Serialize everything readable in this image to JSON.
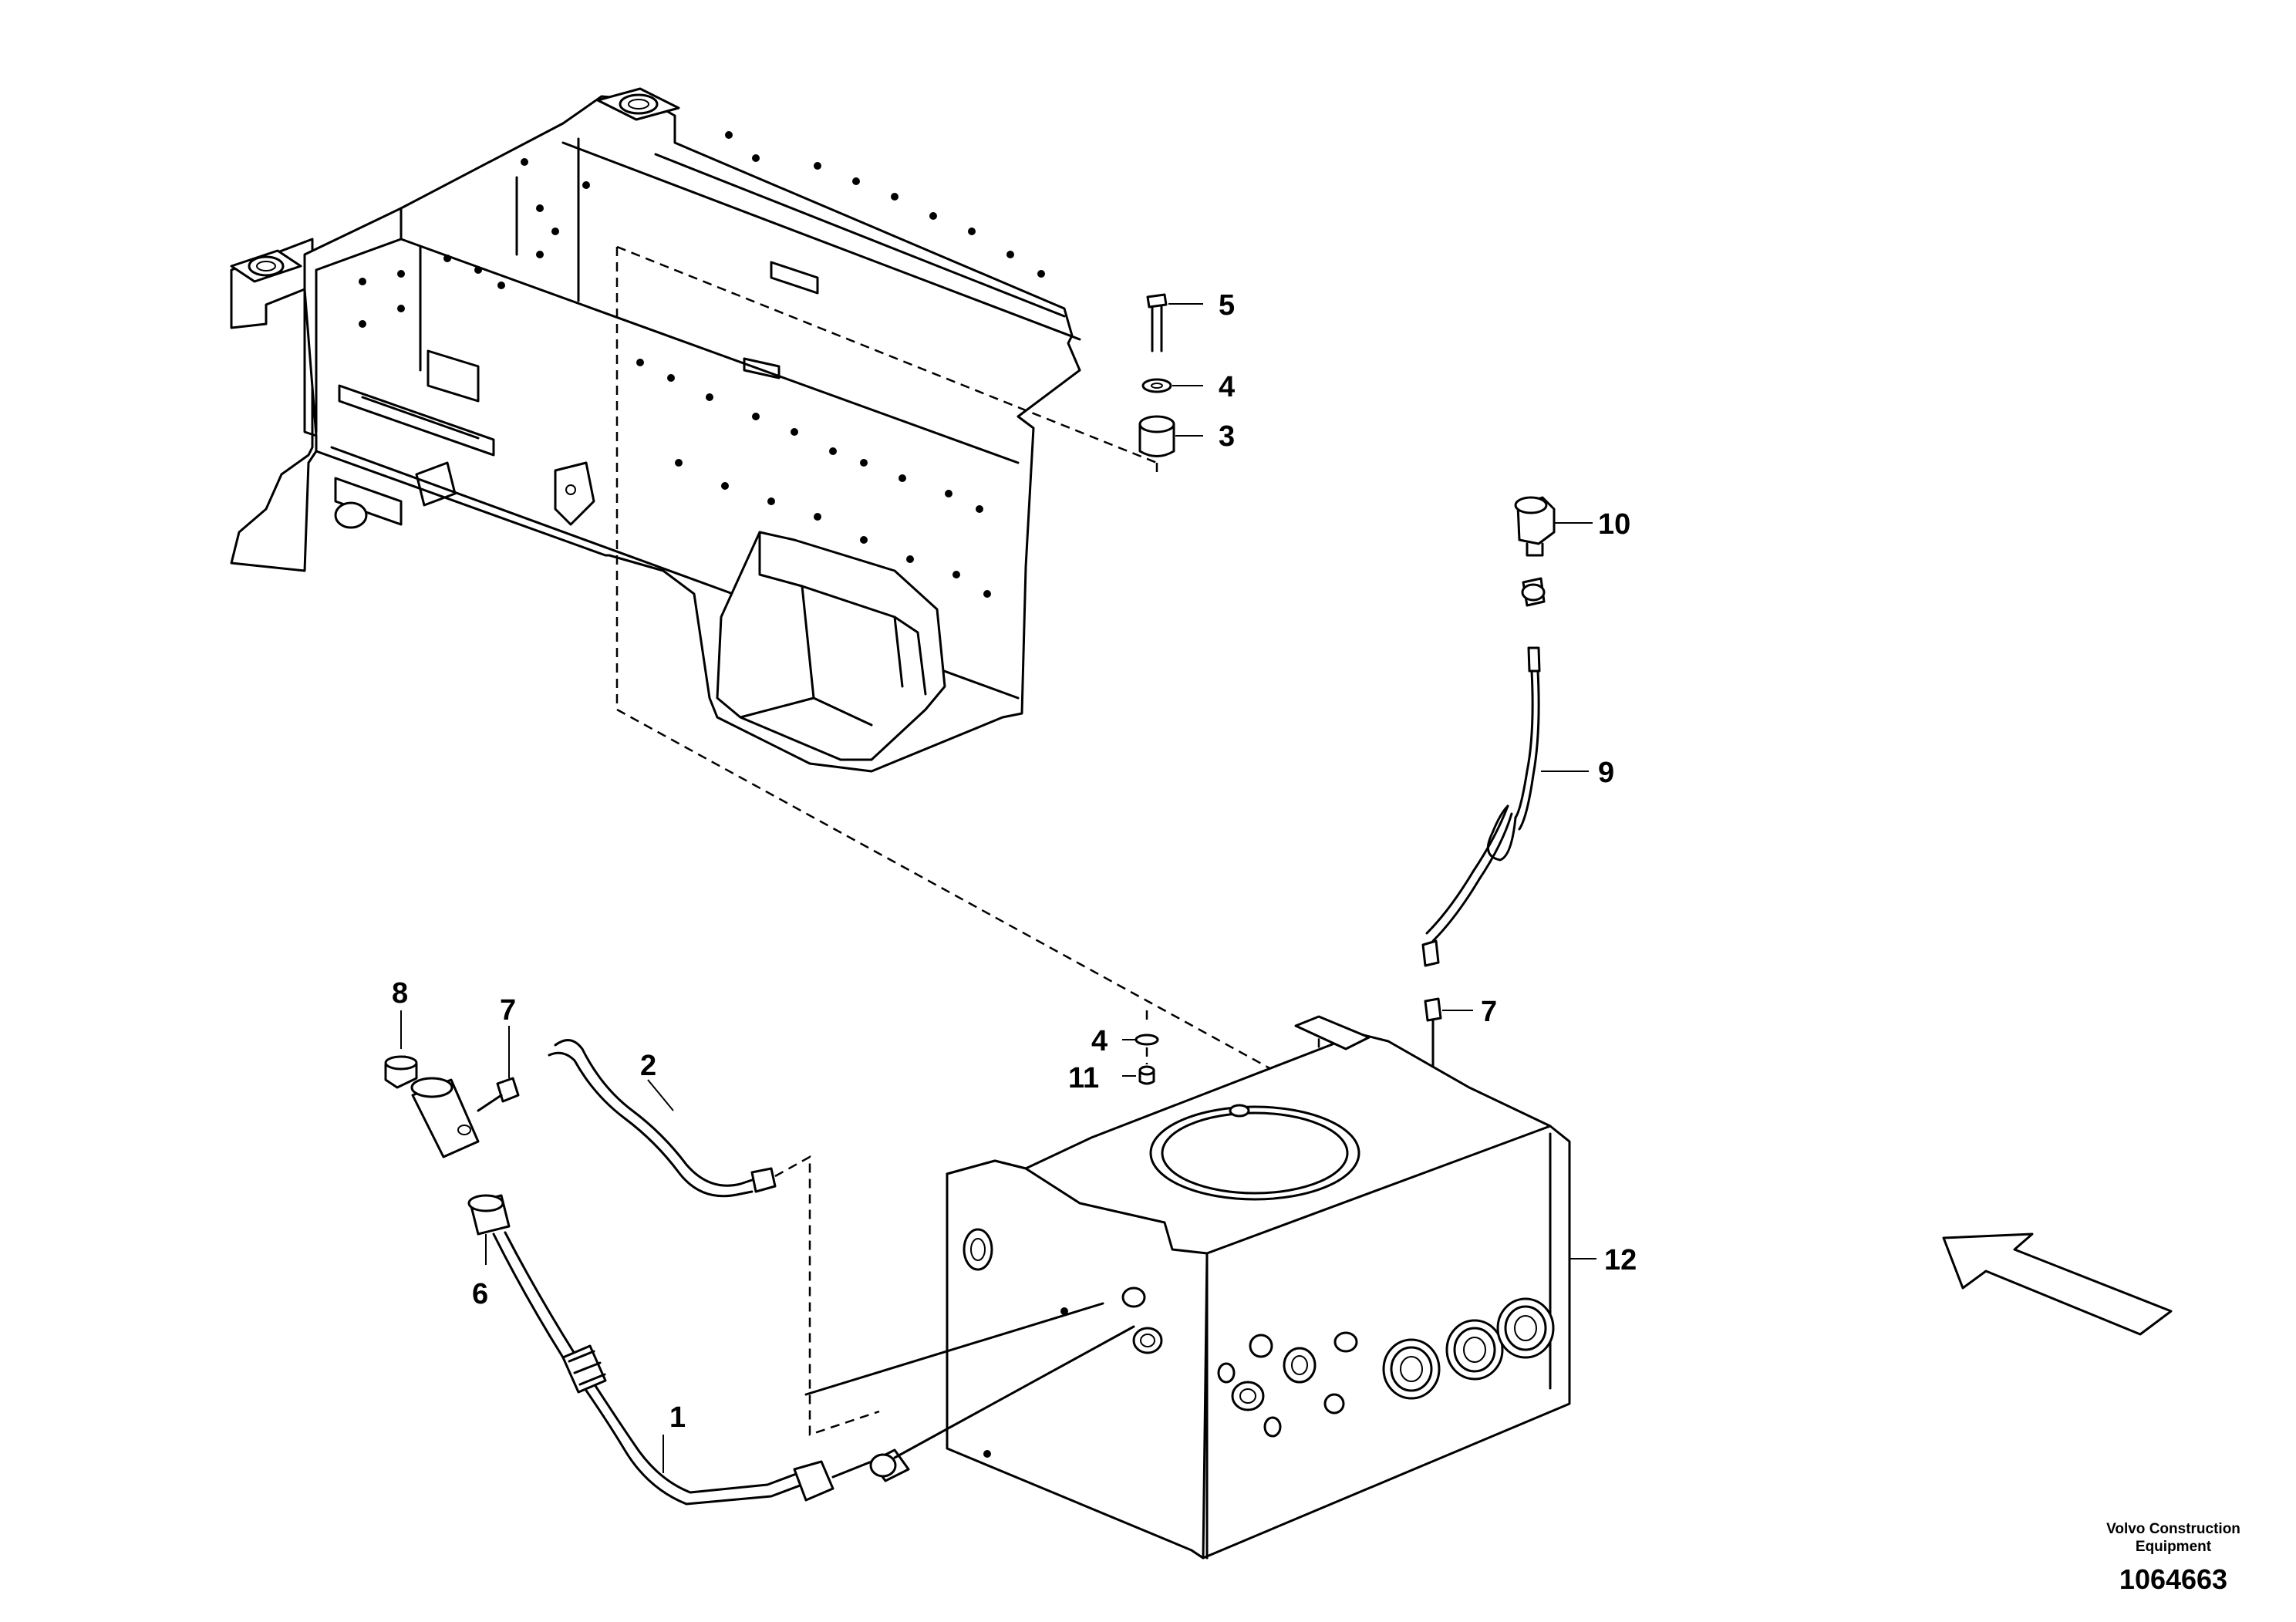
{
  "diagram": {
    "callouts": {
      "c1": "1",
      "c2": "2",
      "c3": "3",
      "c4a": "4",
      "c4b": "4",
      "c5": "5",
      "c6": "6",
      "c7a": "7",
      "c7b": "7",
      "c8": "8",
      "c9": "9",
      "c10": "10",
      "c11": "11",
      "c12": "12"
    },
    "footer": {
      "maker_line1": "Volvo Construction",
      "maker_line2": "Equipment",
      "drawing_number": "1064663"
    }
  }
}
